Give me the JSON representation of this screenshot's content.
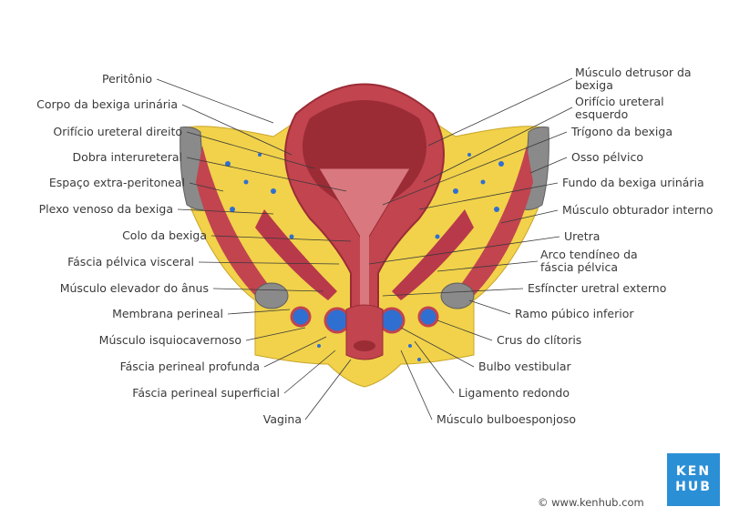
{
  "labels_left": [
    "Peritônio",
    "Corpo da bexiga urinária",
    "Orifício ureteral direito",
    "Dobra interureteral",
    "Espaço extra-peritoneal",
    "Plexo venoso da bexiga",
    "Colo da bexiga",
    "Fáscia pélvica visceral",
    "Músculo elevador do ânus",
    "Membrana perineal",
    "Músculo isquiocavernoso",
    "Fáscia perineal profunda",
    "Fáscia perineal superficial",
    "Vagina"
  ],
  "labels_right": [
    "Músculo detrusor da bexiga",
    "Orifício ureteral esquerdo",
    "Trígono da bexiga",
    "Osso pélvico",
    "Fundo da bexiga urinária",
    "Músculo obturador interno",
    "Uretra",
    "Arco tendíneo da fáscia pélvica",
    "Esfíncter uretral externo",
    "Ramo púbico inferior",
    "Crus do clítoris",
    "Bulbo vestibular",
    "Ligamento redondo",
    "Músculo bulboesponjoso"
  ],
  "logo": {
    "line1": "KEN",
    "line2": "HUB"
  },
  "credit": "© www.kenhub.com",
  "colors": {
    "muscle": "#c1444f",
    "muscle_dark": "#9b2c36",
    "fat": "#f1d24a",
    "vein": "#2f6fd1",
    "bone": "#8a8a8a",
    "mucosa": "#d9787f",
    "leader_line": "#3a3a3a",
    "brand": "#2b8fd6"
  }
}
